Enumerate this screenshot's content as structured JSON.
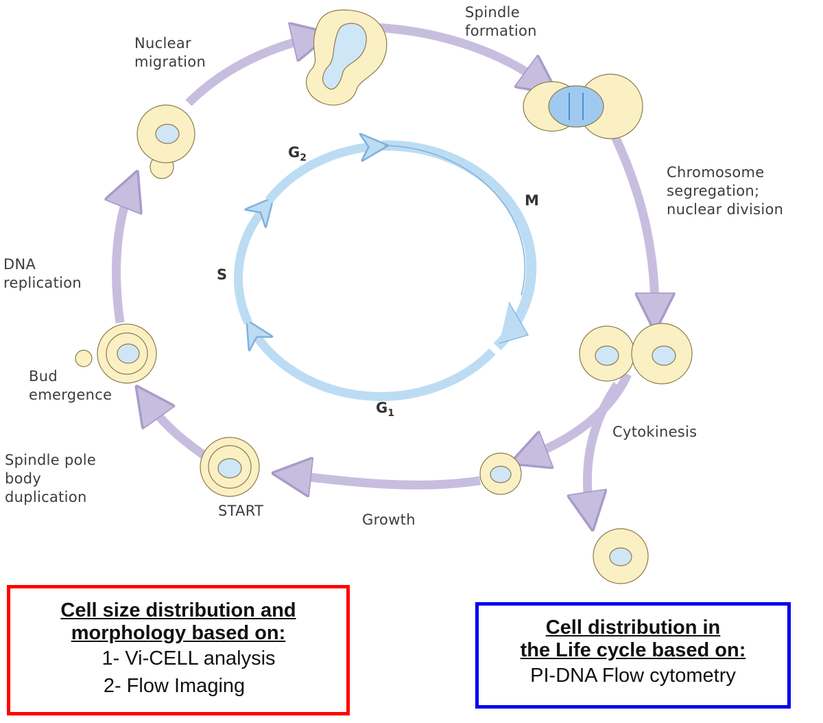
{
  "stages": {
    "nuclear_migration": [
      "Nuclear",
      "migration"
    ],
    "spindle_formation": [
      "Spindle",
      "formation"
    ],
    "chromosome_segregation": [
      "Chromosome",
      "segregation;",
      "nuclear division"
    ],
    "dna_replication": [
      "DNA",
      "replication"
    ],
    "bud_emergence": [
      "Bud",
      "emergence"
    ],
    "spindle_pole": [
      "Spindle pole",
      "body",
      "duplication"
    ],
    "start": "START",
    "growth": "Growth",
    "cytokinesis": "Cytokinesis"
  },
  "phases": {
    "g2": {
      "letter": "G",
      "sub": "2"
    },
    "m": {
      "letter": "M"
    },
    "s": {
      "letter": "S"
    },
    "g1": {
      "letter": "G",
      "sub": "1"
    }
  },
  "boxes": {
    "size": {
      "heading": [
        "Cell size distribution and",
        "morphology based on:"
      ],
      "items": [
        "1- Vi-CELL analysis",
        "2- Flow Imaging"
      ]
    },
    "cycle": {
      "heading": [
        "Cell distribution in",
        "the Life cycle based on:"
      ],
      "items": [
        "PI-DNA Flow cytometry"
      ]
    }
  },
  "colors": {
    "outer_arrow": "#c7bedf",
    "inner_arrow": "#bcdcf4",
    "cell_fill": "#fbf0c4",
    "nucleus_fill": "#cfe6f6",
    "red_box": "#ff0000",
    "blue_box": "#0000ee"
  }
}
